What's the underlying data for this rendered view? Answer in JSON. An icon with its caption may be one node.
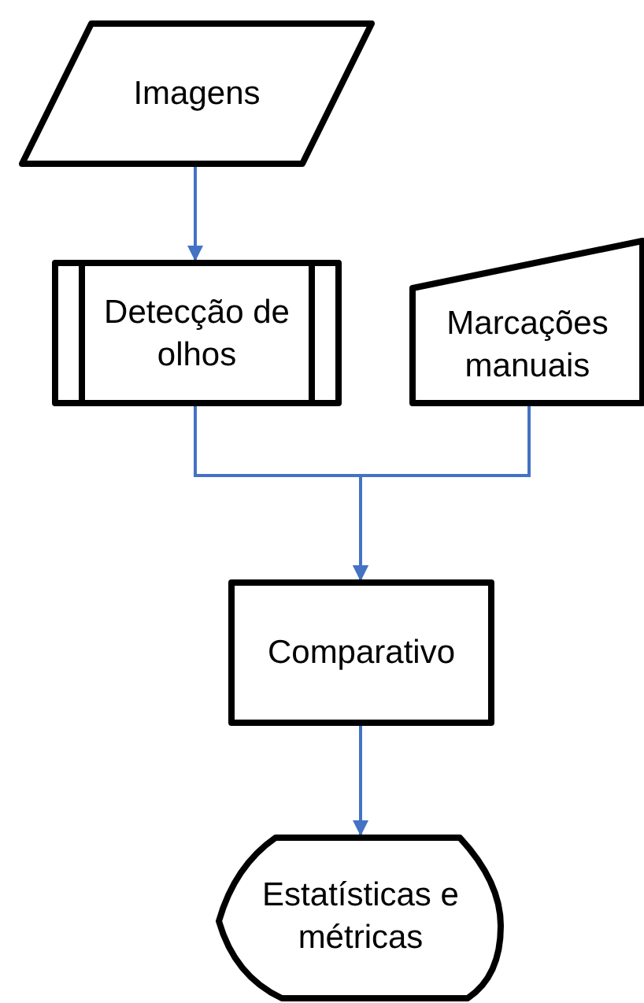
{
  "diagram": {
    "nodes": [
      {
        "text": [
          "Imagens"
        ]
      },
      {
        "text": [
          "Detecção de olhos"
        ]
      },
      {
        "text": [
          "Marcações manuais"
        ]
      },
      {
        "text": [
          "Comparativo"
        ]
      },
      {
        "text": [
          "Estatísticas e métricas"
        ]
      }
    ],
    "edges": [
      {
        "from": 0,
        "to": 1,
        "arrow": "to"
      },
      {
        "from": 1,
        "to": 3,
        "arrow": "to"
      },
      {
        "from": 2,
        "to": 3,
        "arrow": "to"
      },
      {
        "from": 3,
        "to": 4,
        "arrow": "to"
      }
    ]
  }
}
